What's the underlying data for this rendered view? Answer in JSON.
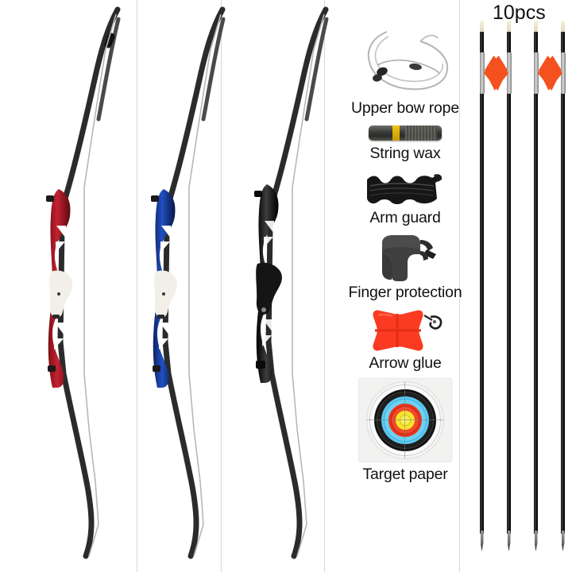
{
  "page": {
    "background_color": "#ffffff",
    "quantity_badge": "10pcs"
  },
  "bows": [
    {
      "name": "red-recurve-bow",
      "riser_color": "#a61622",
      "riser_color_light": "#d8303c",
      "grip_color": "#f0ede6",
      "limb_color": "#2b2b2b"
    },
    {
      "name": "blue-recurve-bow",
      "riser_color": "#153a96",
      "riser_color_light": "#2f5fd0",
      "grip_color": "#f0ede6",
      "limb_color": "#2b2b2b"
    },
    {
      "name": "black-recurve-bow",
      "riser_color": "#1b1b1b",
      "riser_color_light": "#3a3a3a",
      "grip_color": "#1b1b1b",
      "limb_color": "#2b2b2b"
    }
  ],
  "accessories": [
    {
      "id": "upper-bow-rope",
      "label": "Upper bow rope",
      "color": "#b9b9b9"
    },
    {
      "id": "string-wax",
      "label": "String wax",
      "color": "#3a3a38"
    },
    {
      "id": "arm-guard",
      "label": "Arm guard",
      "color": "#141414"
    },
    {
      "id": "finger-protection",
      "label": "Finger protection",
      "color": "#434343"
    },
    {
      "id": "arrow-glue",
      "label": "Arrow glue",
      "color": "#fb3b21"
    },
    {
      "id": "target-paper",
      "label": "Target paper",
      "color": "#efefed"
    }
  ],
  "target_rings": [
    {
      "name": "white-outer",
      "color": "#f4f4f2",
      "size": 96
    },
    {
      "name": "black-ring",
      "color": "#121212",
      "size": 80
    },
    {
      "name": "blue-ring",
      "color": "#5ec8ef",
      "size": 62
    },
    {
      "name": "red-ring",
      "color": "#e8331c",
      "size": 44
    },
    {
      "name": "yellow-gold",
      "color": "#f7e42e",
      "size": 24
    }
  ],
  "arrows": {
    "count": 4,
    "nock_color": "#f0ead8",
    "shaft_color": "#121212",
    "vane_color": "#f4511e",
    "collar_color": "#bdbdbd",
    "tip_color": "#7d7d7d"
  }
}
